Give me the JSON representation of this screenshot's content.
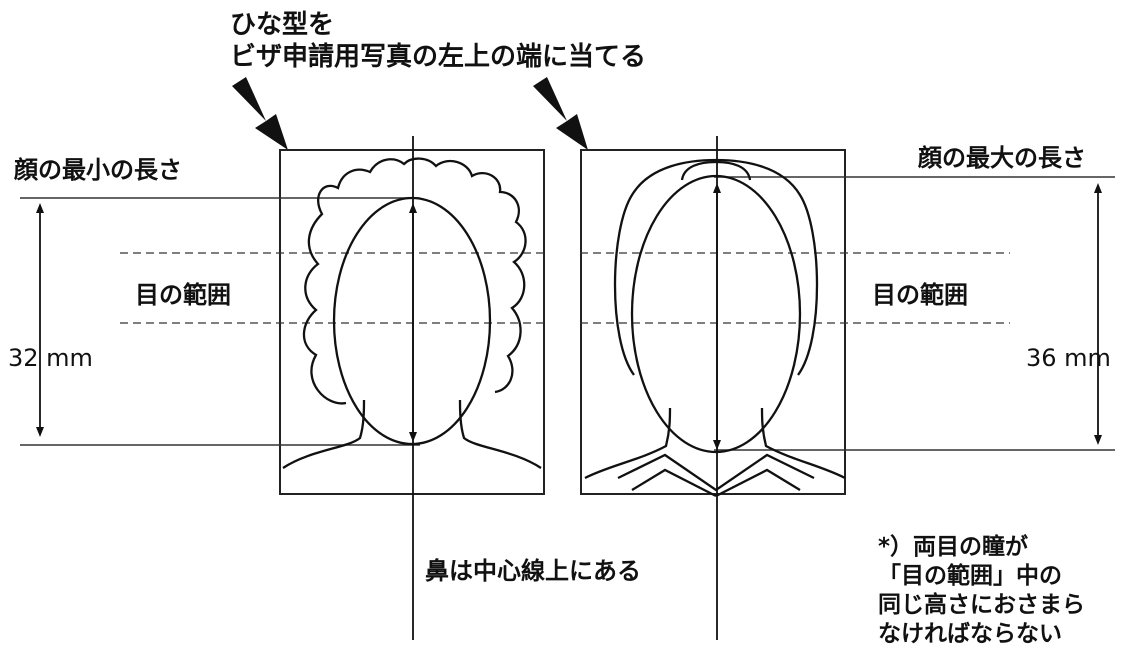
{
  "instruction": {
    "line1": "ひな型を",
    "line2": "ビザ申請用写真の左上の端に当てる"
  },
  "left_panel": {
    "face_label": "顔の最小の長さ",
    "eye_label": "目の範囲",
    "measure": "32 mm"
  },
  "right_panel": {
    "face_label": "顔の最大の長さ",
    "eye_label": "目の範囲",
    "measure": "36 mm"
  },
  "nose_label": "鼻は中心線上にある",
  "note": {
    "line1": "*）両目の瞳が",
    "line2": "「目の範囲」中の",
    "line3": "同じ高さにおさまら",
    "line4": "なければならない"
  }
}
